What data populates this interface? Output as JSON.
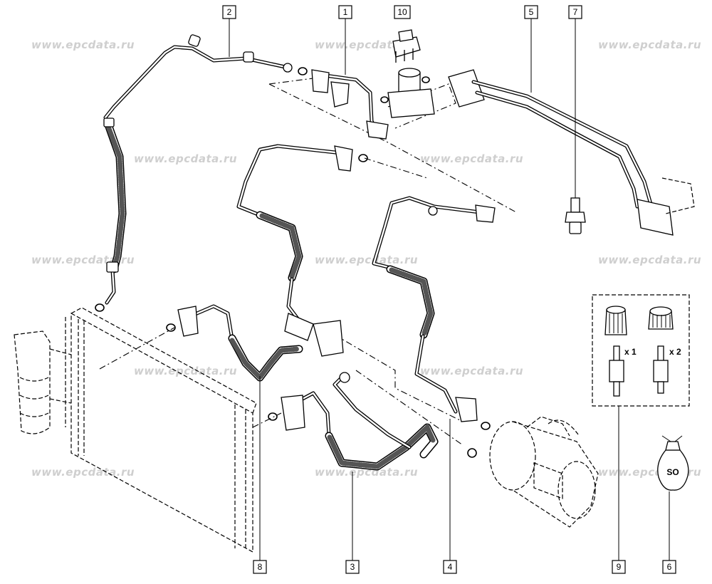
{
  "watermark": "www.epcdata.ru",
  "callouts": {
    "c1": "1",
    "c2": "2",
    "c3": "3",
    "c4": "4",
    "c5": "5",
    "c6": "6",
    "c7": "7",
    "c8": "8",
    "c9": "9",
    "c10": "10"
  },
  "kit": {
    "qty_a": "x 1",
    "qty_b": "x 2"
  },
  "oil_bag_label": "SO"
}
